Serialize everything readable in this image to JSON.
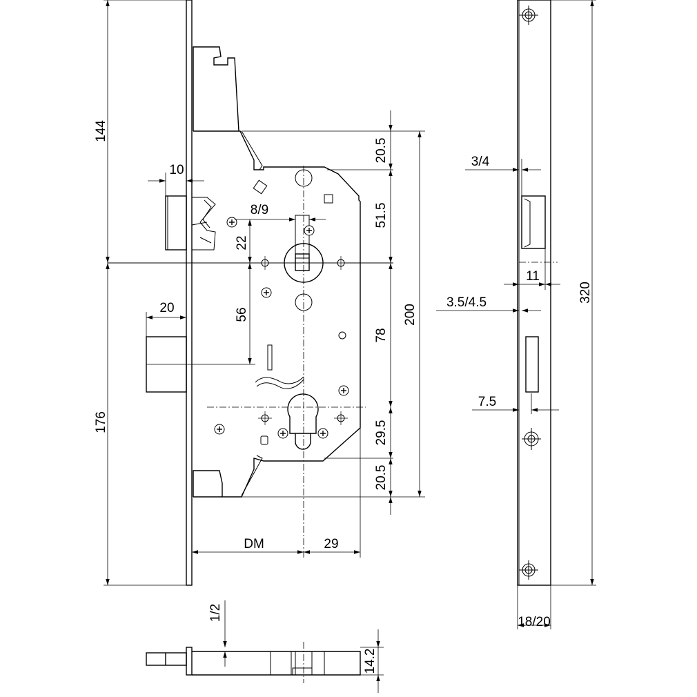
{
  "labels": {
    "d144": "144",
    "d176": "176",
    "d10": "10",
    "d20": "20",
    "d8_9": "8/9",
    "d22": "22",
    "d56": "56",
    "d20_5_top": "20.5",
    "d51_5": "51.5",
    "d78": "78",
    "d29_5": "29.5",
    "d20_5_bot": "20.5",
    "d200": "200",
    "dDM": "DM",
    "d29": "29",
    "d3_4": "3/4",
    "d11": "11",
    "d3_5_4_5": "3.5/4.5",
    "d320": "320",
    "d7_5": "7.5",
    "d18_20": "18/20",
    "d1_2": "1/2",
    "d14_2": "14.2"
  }
}
